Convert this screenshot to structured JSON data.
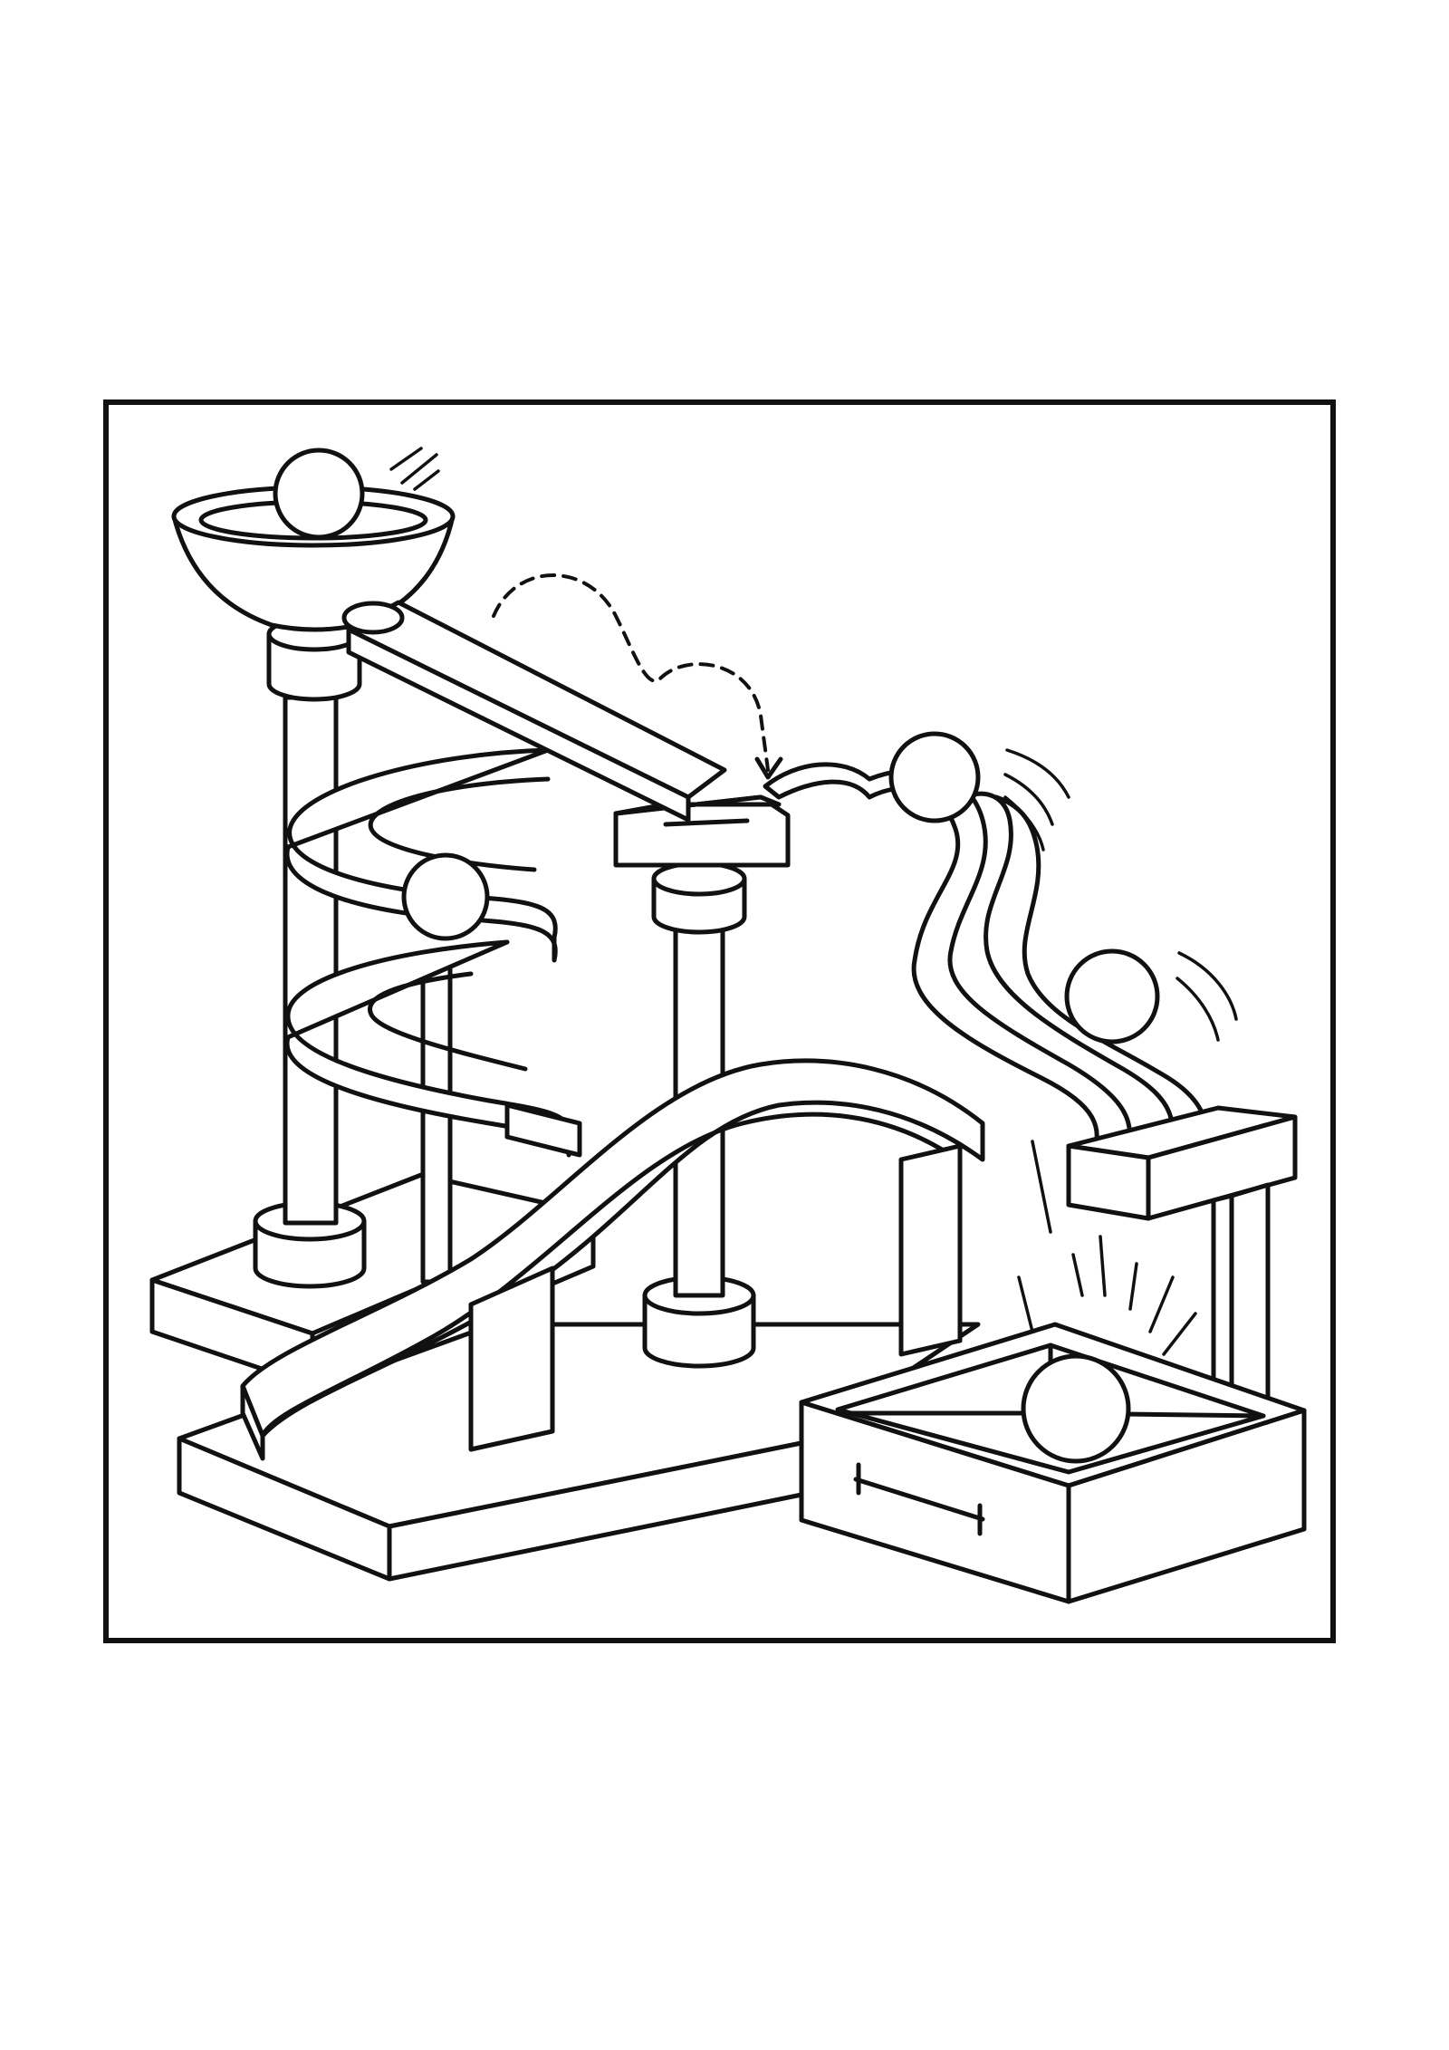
{
  "page": {
    "background": "#ffffff",
    "ink": "#111111"
  },
  "illustration": {
    "subject": "marble-run",
    "style": "black line art coloring page",
    "marble_count": 5
  }
}
